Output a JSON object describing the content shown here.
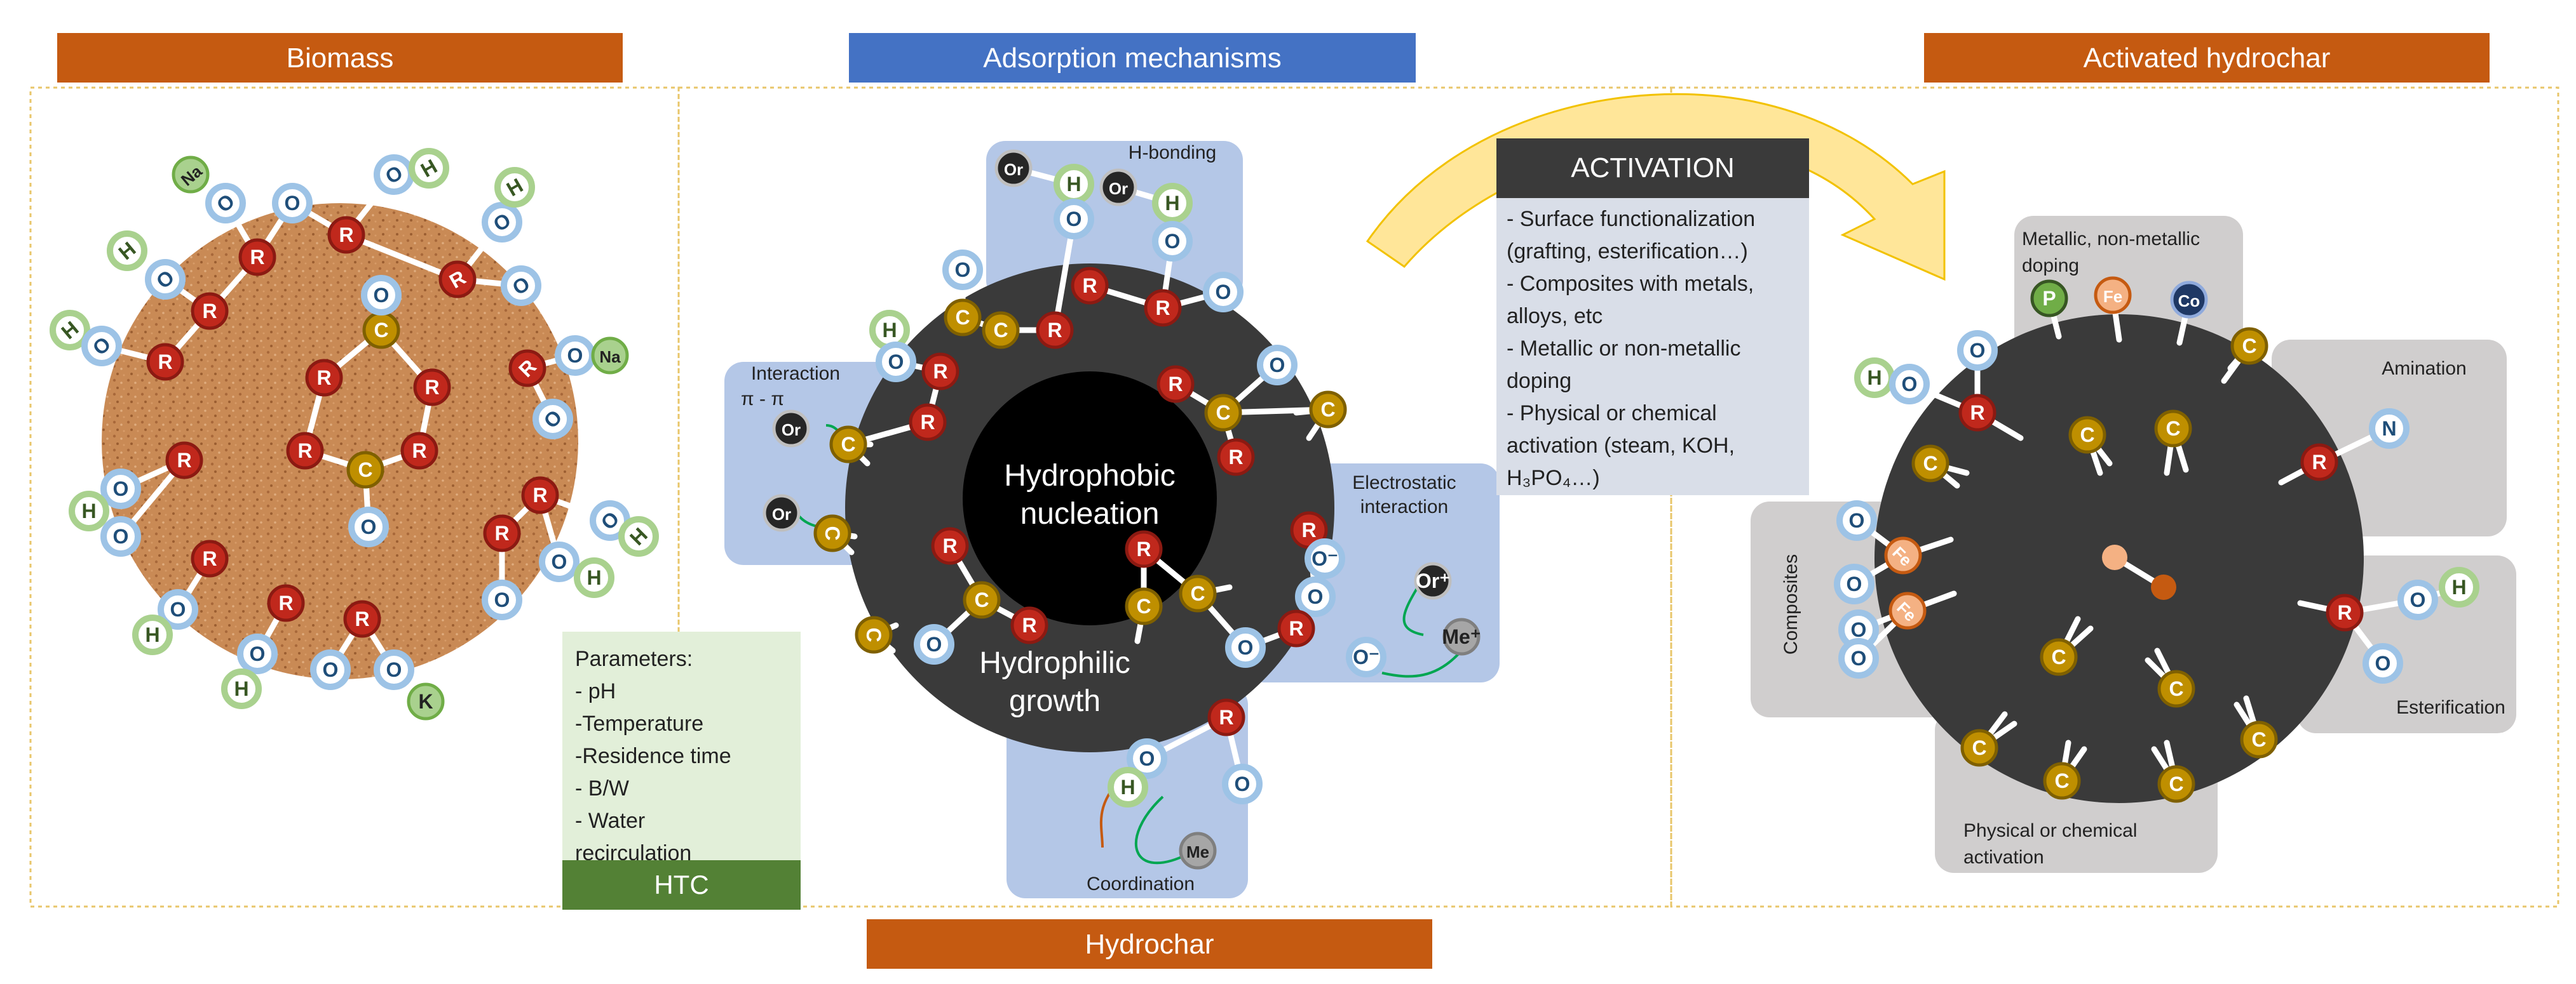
{
  "headers": {
    "biomass": "Biomass",
    "adsorption": "Adsorption mechanisms",
    "activated": "Activated hydrochar",
    "hydrochar": "Hydrochar"
  },
  "colors": {
    "header_orange": "#c55a11",
    "header_blue": "#4472c4",
    "htc_green": "#538135",
    "r_red": "#c0281c",
    "c_gold": "#bf8f00",
    "o_blue": "#9dc3e6",
    "h_green": "#a9d18e",
    "char_dark": "#3a3a3a",
    "arrow_yellow": "#ffe699"
  },
  "atoms": {
    "R": "R",
    "C": "C",
    "O": "O",
    "H": "H",
    "Na": "Na",
    "K": "K",
    "Or": "Or",
    "Or_plus": "Or⁺",
    "Me": "Me",
    "Me_plus": "Me⁺",
    "O_minus": "O⁻",
    "P": "P",
    "Fe": "Fe",
    "Co": "Co",
    "N": "N"
  },
  "htc": {
    "params_title": "Parameters:",
    "params": [
      "- pH",
      "-Temperature",
      "-Residence time",
      "- B/W",
      "- Water",
      "recirculation"
    ],
    "label": "HTC"
  },
  "hydrochar": {
    "core_line1": "Hydrophobic",
    "core_line2": "nucleation",
    "ring_line1": "Hydrophilic",
    "ring_line2": "growth"
  },
  "mechanisms": {
    "hbond": "H-bonding",
    "pi_line1": "Interaction",
    "pi_line2": "π - π",
    "electro_line1": "Electrostatic",
    "electro_line2": "interaction",
    "coordination": "Coordination"
  },
  "activation": {
    "title": "ACTIVATION",
    "lines": [
      "- Surface functionalization",
      "(grafting, esterification…)",
      "- Composites with metals,",
      "alloys, etc",
      "- Metallic or non-metallic",
      "doping",
      "- Physical or chemical",
      "activation (steam, KOH,",
      "H₃PO₄…)"
    ]
  },
  "activated_panels": {
    "doping_line1": "Metallic, non-metallic",
    "doping_line2": "doping",
    "amination": "Amination",
    "composites": "Composites",
    "esterification": "Esterification",
    "physchem_line1": "Physical or chemical",
    "physchem_line2": "activation"
  }
}
